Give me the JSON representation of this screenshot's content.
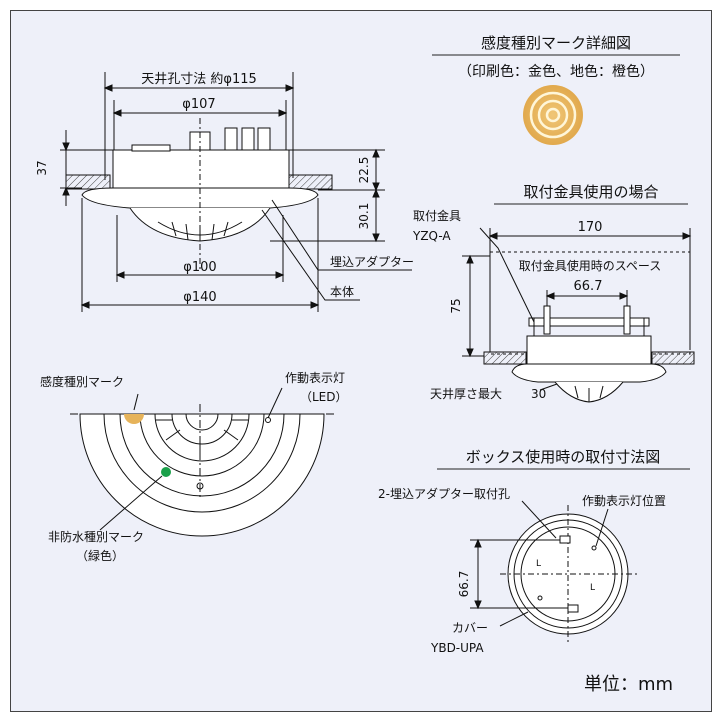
{
  "legend_mark": {
    "title": "感度種別マーク詳細図",
    "subtitle": "（印刷色：金色、地色：橙色）",
    "mark_color": "#e6b35a"
  },
  "side_view": {
    "hole_dim": "天井孔寸法 約φ115",
    "top_dim": "φ107",
    "height_dim": "37",
    "upper_dim": "22.5",
    "lower_dim": "30.1",
    "inner_dim": "φ100",
    "outer_dim": "φ140",
    "adapter_label": "埋込アダプター",
    "body_label": "本体"
  },
  "bracket_view": {
    "title": "取付金具使用の場合",
    "fitting_label": "取付金具",
    "fitting_model": "YZQ-A",
    "width_dim": "170",
    "space_label": "取付金具使用時のスペース",
    "pitch_dim": "66.7",
    "height_dim": "75",
    "ceiling_label": "天井厚さ最大",
    "ceiling_value": "30"
  },
  "bottom_view": {
    "sensor_mark_label": "感度種別マーク",
    "lamp_label": "作動表示灯",
    "lamp_sub": "（LED）",
    "nonwater_label": "非防水種別マーク",
    "nonwater_sub": "（緑色）",
    "nonwater_color": "#1aa04a"
  },
  "box_view": {
    "title": "ボックス使用時の取付寸法図",
    "holes_label": "2-埋込アダプター取付孔",
    "lamp_pos_label": "作動表示灯位置",
    "pitch_dim": "66.7",
    "cover_label": "カバー",
    "cover_model": "YBD-UPA"
  },
  "unit_label": "単位：mm"
}
